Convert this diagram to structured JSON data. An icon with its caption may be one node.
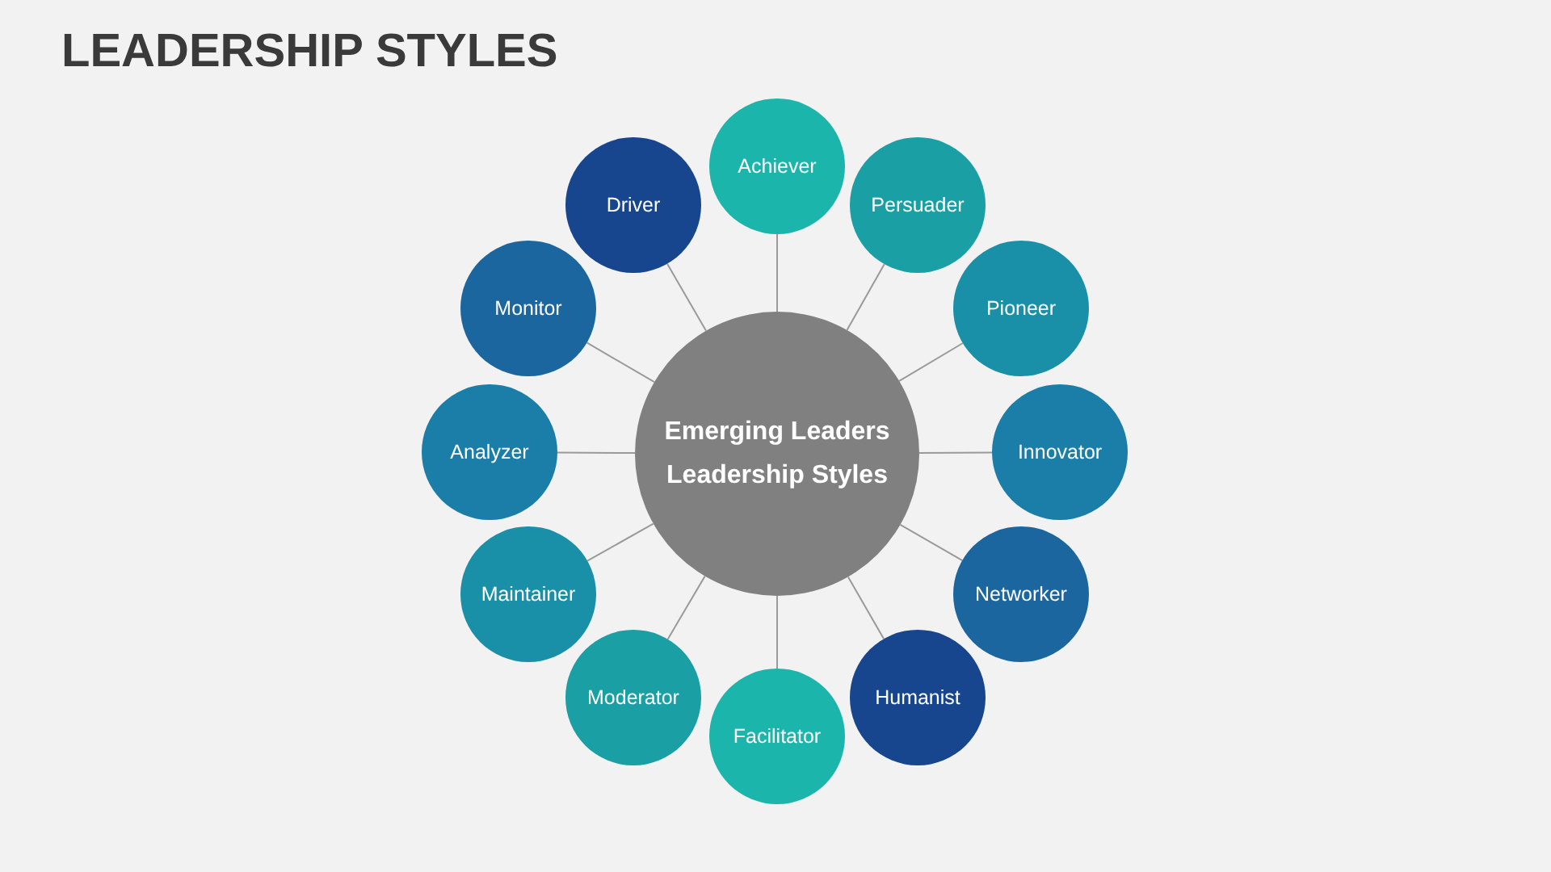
{
  "diagram": {
    "title": "LEADERSHIP STYLES",
    "nodes": [
      {
        "text": [
          "Emerging Leaders Leadership Styles"
        ]
      },
      {
        "text": [
          "Achiever"
        ]
      },
      {
        "text": [
          "Persuader"
        ]
      },
      {
        "text": [
          "Pioneer"
        ]
      },
      {
        "text": [
          "Innovator"
        ]
      },
      {
        "text": [
          "Networker"
        ]
      },
      {
        "text": [
          "Humanist"
        ]
      },
      {
        "text": [
          "Facilitator"
        ]
      },
      {
        "text": [
          "Moderator"
        ]
      },
      {
        "text": [
          "Maintainer"
        ]
      },
      {
        "text": [
          "Analyzer"
        ]
      },
      {
        "text": [
          "Monitor"
        ]
      },
      {
        "text": [
          "Driver"
        ]
      }
    ],
    "edges": [
      {
        "from": 0,
        "to": 1,
        "arrow": "none"
      },
      {
        "from": 0,
        "to": 2,
        "arrow": "none"
      },
      {
        "from": 0,
        "to": 3,
        "arrow": "none"
      },
      {
        "from": 0,
        "to": 4,
        "arrow": "none"
      },
      {
        "from": 0,
        "to": 5,
        "arrow": "none"
      },
      {
        "from": 0,
        "to": 6,
        "arrow": "none"
      },
      {
        "from": 0,
        "to": 7,
        "arrow": "none"
      },
      {
        "from": 0,
        "to": 8,
        "arrow": "none"
      },
      {
        "from": 0,
        "to": 9,
        "arrow": "none"
      },
      {
        "from": 0,
        "to": 10,
        "arrow": "none"
      },
      {
        "from": 0,
        "to": 11,
        "arrow": "none"
      },
      {
        "from": 0,
        "to": 12,
        "arrow": "none"
      }
    ]
  }
}
